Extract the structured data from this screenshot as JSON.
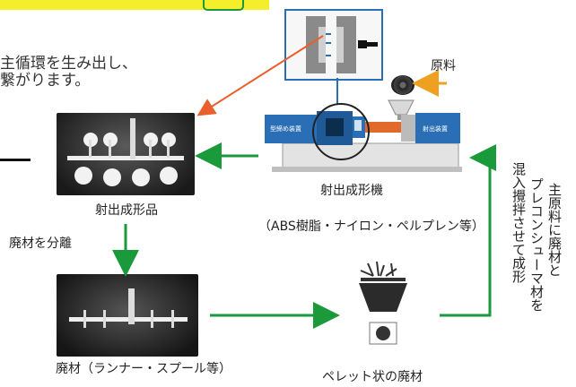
{
  "intro": {
    "line1": "主循環を生み出し、",
    "line2": "繋がります。"
  },
  "labels": {
    "molded_product": "射出成形品",
    "separate_waste": "廃材を分離",
    "waste_material": "廃材（ランナー・スプール等）",
    "machine": "射出成形機",
    "machine_materials": "（ABS樹脂・ナイロン・ペルプレン等）",
    "raw_material": "原料",
    "pellet_waste": "ペレット状の廃材",
    "machine_panel_left": "型締め装置",
    "machine_panel_right": "射出装置",
    "vertical_col1": "主原料に廃材と",
    "vertical_col2": "プレコンシューマ材を",
    "vertical_col3": "混入攪拌させて成形"
  },
  "colors": {
    "flow_arrow": "#1a9a3a",
    "pointer_arrow": "#e8602c",
    "raw_arrow": "#f0a020",
    "machine_blue": "#2a6fb5",
    "highlight_yellow": "#f5ee2a"
  }
}
